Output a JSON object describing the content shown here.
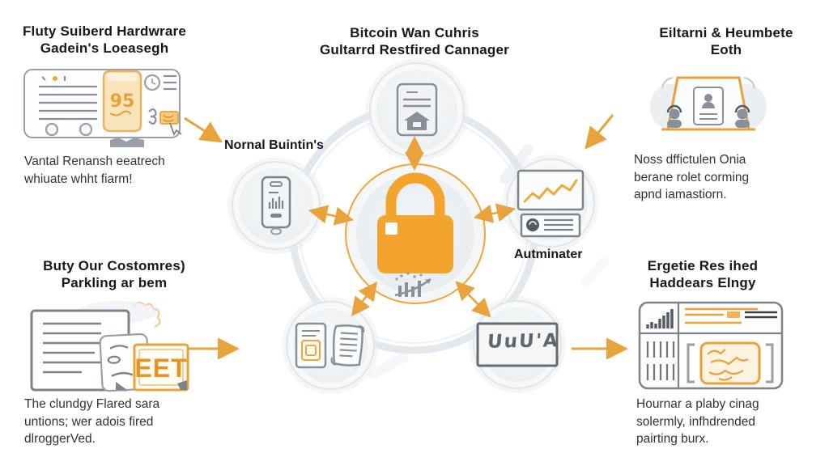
{
  "palette": {
    "orange": "#F0A42F",
    "orange_dark": "#E8941F",
    "icon_gray": "#8A9099",
    "icon_dark_gray": "#555B62",
    "heading_text": "#17181A",
    "body_text": "#2F3338",
    "ring": "#DDE4EA",
    "circle_fill": "#ECEFF2",
    "circle_border": "#E0E6EA"
  },
  "sections": {
    "top_left": {
      "heading": [
        "Fluty Suiberd Hardwrare",
        "Gadein's Loeasegh"
      ],
      "body": [
        "Vantal Renansh eeatrech",
        "whiuate whht fiarm!"
      ]
    },
    "top_center": {
      "heading": [
        "Bitcoin Wan Cuhris",
        "Gultarrd Restfired Cannager"
      ]
    },
    "top_right": {
      "heading": [
        "Eiltarni & Heumbete",
        "Eoth"
      ],
      "body": [
        "Noss dffictulen Onia",
        "berane rolet corming",
        "apnd iamastiorn."
      ]
    },
    "bottom_left": {
      "heading": [
        "Buty Our Costomres)",
        "Parkling ar bem"
      ],
      "body": [
        "The clundgy Flared sara",
        "untions; wer adois fired",
        "dlroggerVed."
      ]
    },
    "bottom_right": {
      "heading": [
        "Ergetie Res ihed",
        "Haddears Elngy"
      ],
      "body": [
        "Hournar a plaby cinag",
        "solermly, infhdrended",
        "pairting burx."
      ]
    }
  },
  "diagram": {
    "node_labels": {
      "left": "Nornal Buintin's",
      "right": "Autminater"
    },
    "signature_text": "UuU'A",
    "icons": {
      "center": "padlock-icon",
      "center_secondary": "growth-chart-icon",
      "satellite_top": "property-document-icon",
      "satellite_left": "smartphone-stats-icon",
      "satellite_right": "market-chart-icon",
      "satellite_bottom_left": "documents-icon",
      "satellite_bottom_right": "signature-icon"
    }
  },
  "illustrations": {
    "eet_box_text": "EET",
    "jar_text": "95"
  }
}
